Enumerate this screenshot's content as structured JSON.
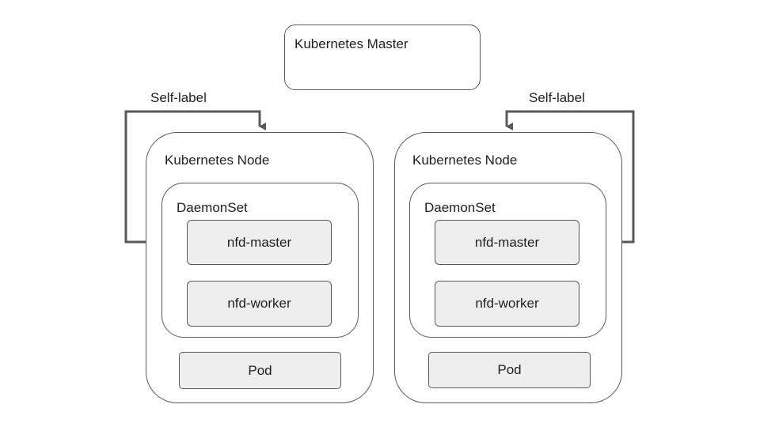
{
  "master": {
    "label": "Kubernetes Master"
  },
  "nodes": [
    {
      "label": "Kubernetes Node",
      "daemonset": "DaemonSet",
      "nfd_master": "nfd-master",
      "nfd_worker": "nfd-worker",
      "pod": "Pod",
      "self_label": "Self-label"
    },
    {
      "label": "Kubernetes Node",
      "daemonset": "DaemonSet",
      "nfd_master": "nfd-master",
      "nfd_worker": "nfd-worker",
      "pod": "Pod",
      "self_label": "Self-label"
    }
  ],
  "colors": {
    "stroke": "#595959",
    "box_fill": "#eeeeee"
  }
}
